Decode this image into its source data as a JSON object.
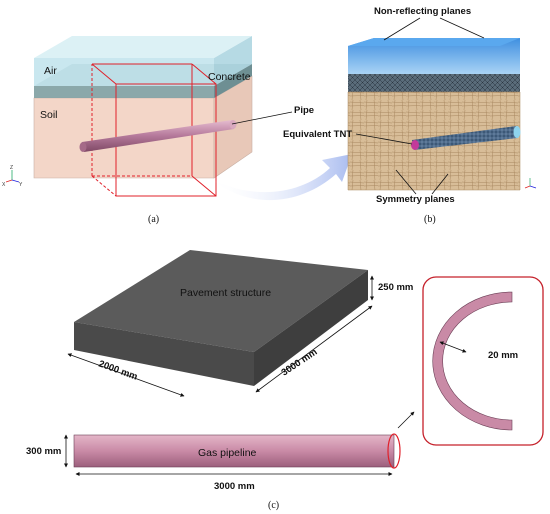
{
  "panel_a": {
    "label_air": "Air",
    "label_concrete": "Concrete",
    "label_soil": "Soil",
    "label_pipe": "Pipe",
    "caption": "(a)"
  },
  "panel_b": {
    "label_nonreflecting": "Non-reflecting planes",
    "label_tnt": "Equivalent TNT",
    "label_symmetry": "Symmetry planes",
    "caption": "(b)"
  },
  "panel_c": {
    "label_pavement": "Pavement structure",
    "dim_thickness": "250 mm",
    "dim_width": "2000 mm",
    "dim_length": "3000 mm",
    "label_pipeline": "Gas pipeline",
    "dim_pipe_diameter": "300 mm",
    "dim_pipe_length": "3000 mm",
    "dim_wall": "20 mm",
    "caption": "(c)"
  },
  "axes": {
    "z": "Z",
    "x": "X",
    "y": "Y"
  },
  "colors": {
    "air": "#bfe3ec",
    "concrete": "#6e8f93",
    "soil": "#f3d6c8",
    "pipe": "#c98aa6",
    "box": "#e0202a",
    "pavement_top": "#5b5b5b",
    "sky": "#4f9ee6",
    "soil_mesh": "#c9a882"
  }
}
